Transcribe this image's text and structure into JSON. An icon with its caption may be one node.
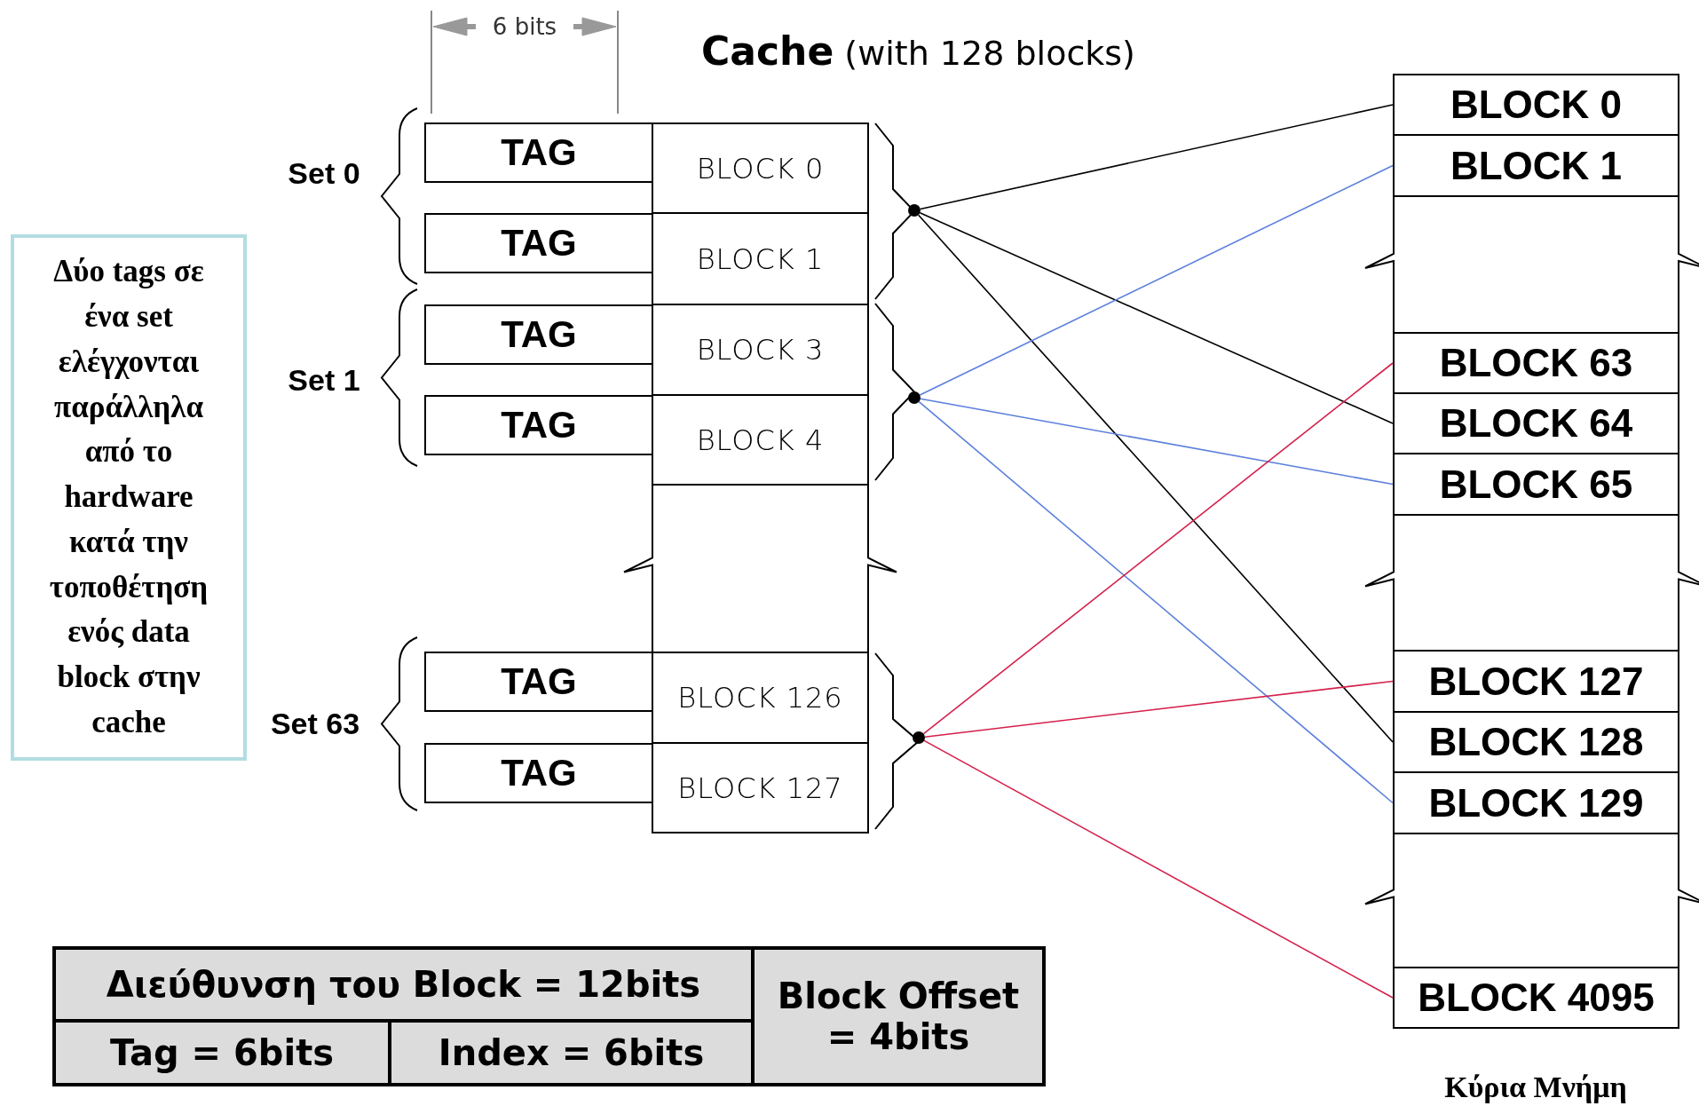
{
  "diagram": {
    "title": "**Cache** (with 128 blocks)",
    "nodes": [
      {
        "text": [
          "Δύο tags σε ένα set ελέγχονται παράλληλα από το hardware κατά την τοποθέτηση ενός data block στην cache"
        ]
      },
      {
        "text": [
          "TAG"
        ]
      },
      {
        "text": [
          "BLOCK 0"
        ]
      },
      {
        "text": [
          "TAG"
        ]
      },
      {
        "text": [
          "BLOCK 1"
        ]
      },
      {
        "text": [
          "TAG"
        ]
      },
      {
        "text": [
          "BLOCK 3"
        ]
      },
      {
        "text": [
          "TAG"
        ]
      },
      {
        "text": [
          "BLOCK 4"
        ]
      },
      {
        "text": [
          "TAG"
        ]
      },
      {
        "text": [
          "BLOCK 126"
        ]
      },
      {
        "text": [
          "TAG"
        ]
      },
      {
        "text": [
          "BLOCK 127"
        ]
      },
      {
        "text": [],
        "shape": "circle"
      },
      {
        "text": [],
        "shape": "circle"
      },
      {
        "text": [],
        "shape": "circle"
      },
      {
        "text": [
          "BLOCK 0"
        ]
      },
      {
        "text": [
          "BLOCK 1"
        ]
      },
      {
        "text": [
          "BLOCK 63"
        ]
      },
      {
        "text": [
          "BLOCK 64"
        ]
      },
      {
        "text": [
          "BLOCK 65"
        ]
      },
      {
        "text": [
          "BLOCK 127"
        ]
      },
      {
        "text": [
          "BLOCK 128"
        ]
      },
      {
        "text": [
          "BLOCK 129"
        ]
      },
      {
        "text": [
          "BLOCK 4095"
        ]
      }
    ],
    "edges": [
      {
        "from": 13,
        "to": 16,
        "arrow": "none"
      },
      {
        "from": 13,
        "to": 19,
        "arrow": "none"
      },
      {
        "from": 13,
        "to": 22,
        "arrow": "none"
      },
      {
        "from": 14,
        "to": 17,
        "arrow": "none",
        "color": "#5b7fdc"
      },
      {
        "from": 14,
        "to": 20,
        "arrow": "none",
        "color": "#5b7fdc"
      },
      {
        "from": 14,
        "to": 23,
        "arrow": "none",
        "color": "#5b7fdc"
      },
      {
        "from": 15,
        "to": 18,
        "arrow": "none",
        "color": "#d4204c"
      },
      {
        "from": 15,
        "to": 21,
        "arrow": "none",
        "color": "#d4204c"
      },
      {
        "from": 15,
        "to": 24,
        "arrow": "none",
        "color": "#d4204c"
      }
    ],
    "labels": [
      "6 bits",
      "Set 0",
      "Set 1",
      "Set 63",
      "Διεύθυνση του Block = 12bits",
      "Block Offset = 4bits",
      "Tag = 6bits",
      "Index = 6bits",
      "Κύρια Μνήμη"
    ]
  }
}
